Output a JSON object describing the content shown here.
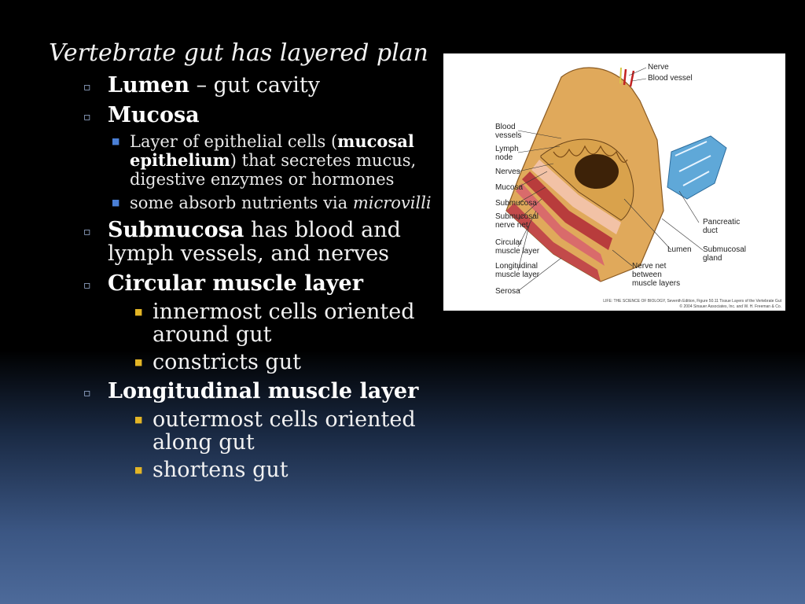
{
  "title": "Vertebrate gut has layered plan",
  "items": [
    {
      "term": "Lumen",
      "rest": " – gut cavity"
    },
    {
      "term": "Mucosa"
    },
    {
      "sub_a": "Layer of epithelial cells (",
      "sub_term": "mucosal epithelium",
      "sub_b": ") that secretes mucus, digestive enzymes or hormones"
    },
    {
      "sub_a": "some absorb nutrients via ",
      "sub_italic": "microvilli"
    },
    {
      "term": "Submucosa",
      "rest": " has blood and lymph vessels, and nerves"
    },
    {
      "term": "Circular muscle layer"
    },
    {
      "text": "innermost cells oriented around gut"
    },
    {
      "text": "constricts gut"
    },
    {
      "term": "Longitudinal muscle layer"
    },
    {
      "text": "outermost cells oriented along gut"
    },
    {
      "text": "shortens gut"
    }
  ],
  "figure": {
    "labels_left": [
      "Blood vessels",
      "Lymph node",
      "Nerves",
      "Mucosa",
      "Submucosa",
      "Submucosal nerve net",
      "Circular muscle layer",
      "Longitudinal muscle layer",
      "Serosa"
    ],
    "labels_top": [
      "Nerve",
      "Blood vessel"
    ],
    "labels_right": [
      "Pancreatic duct",
      "Submucosal gland",
      "Lumen",
      "Nerve net between muscle layers"
    ],
    "credit_line1": "LIFE: THE SCIENCE OF BIOLOGY, Seventh Edition, Figure 50.11 Tissue Layers of the Vertebrate Gut",
    "credit_line2": "© 2004 Sinauer Associates, Inc. and W. H. Freeman & Co."
  }
}
